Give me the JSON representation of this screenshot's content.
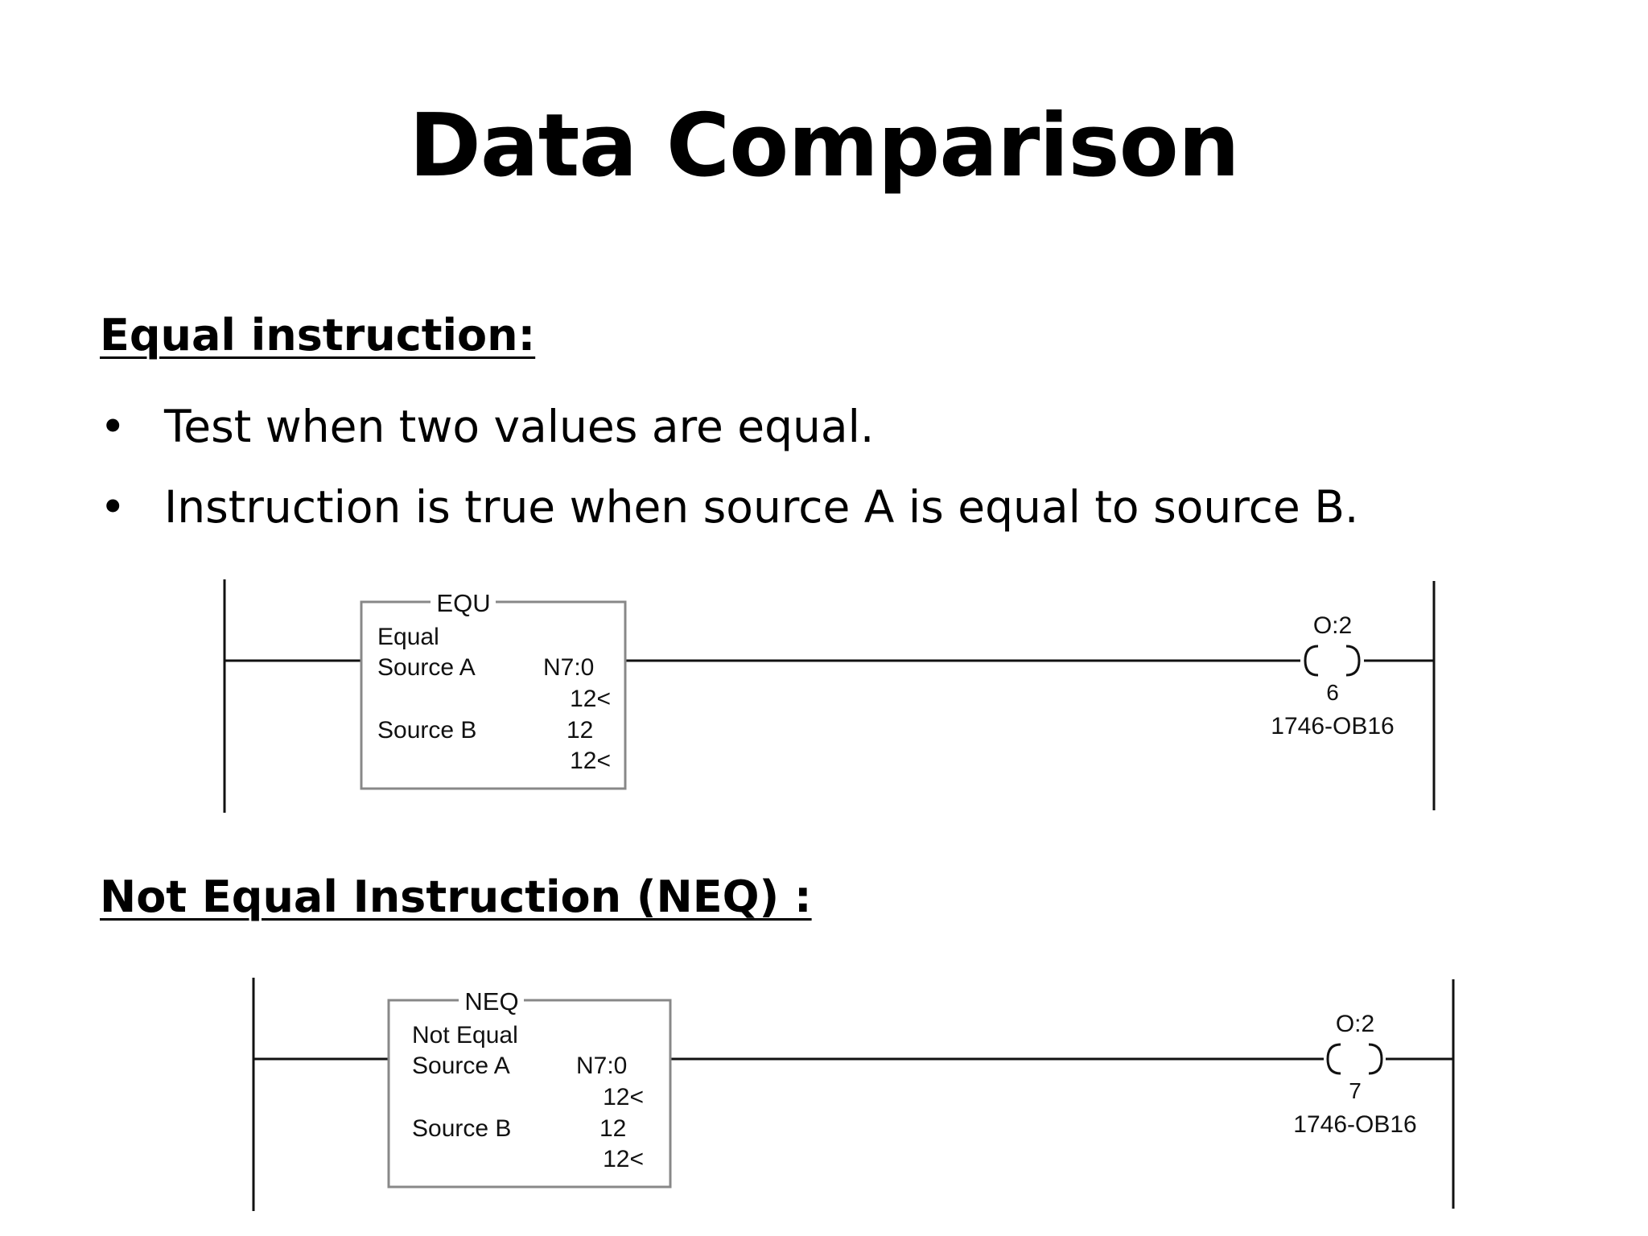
{
  "slide": {
    "title": "Data Comparison",
    "sections": [
      {
        "heading": "Equal instruction:",
        "bullets": [
          "Test when two values are equal.",
          "Instruction is true when source A is equal to source B."
        ]
      },
      {
        "heading": "Not Equal Instruction (NEQ) :"
      }
    ]
  },
  "rungs": [
    {
      "block": {
        "mnemonic": "EQU",
        "name": "Equal",
        "source_a_label": "Source A",
        "source_a_address": "N7:0",
        "source_a_value": "12<",
        "source_b_label": "Source B",
        "source_b_address": "12",
        "source_b_value": "12<"
      },
      "coil": {
        "address": "O:2",
        "bit": "6",
        "module": "1746-OB16"
      }
    },
    {
      "block": {
        "mnemonic": "NEQ",
        "name": "Not Equal",
        "source_a_label": "Source A",
        "source_a_address": "N7:0",
        "source_a_value": "12<",
        "source_b_label": "Source B",
        "source_b_address": "12",
        "source_b_value": "12<"
      },
      "coil": {
        "address": "O:2",
        "bit": "7",
        "module": "1746-OB16"
      }
    }
  ]
}
